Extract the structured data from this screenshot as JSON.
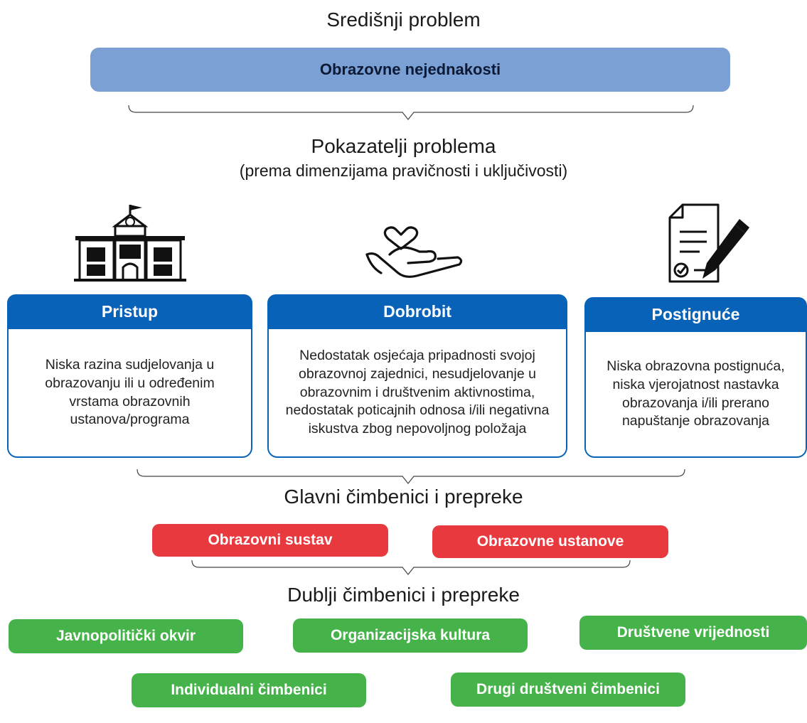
{
  "central": {
    "heading": "Središnji problem",
    "box": "Obrazovne nejednakosti"
  },
  "indicators": {
    "heading": "Pokazatelji problema",
    "subheading": "(prema dimenzijama pravičnosti i uključivosti)",
    "categories": [
      {
        "title": "Pristup",
        "icon": "school-building-icon",
        "text": "Niska razina sudjelovanja u obrazovanju ili u određenim vrstama obrazovnih ustanova/programa"
      },
      {
        "title": "Dobrobit",
        "icon": "heart-in-hand-icon",
        "text": "Nedostatak osjećaja pripadnosti svojoj obrazovnoj zajednici, nesudjelovanje u obrazovnim i društvenim aktivnostima, nedostatak poticajnih odnosa i/ili negativna iskustva zbog nepovoljnog položaja"
      },
      {
        "title": "Postignuće",
        "icon": "document-signing-icon",
        "text": "Niska obrazovna postignuća, niska vjerojatnost nastavka obrazovanja i/ili prerano napuštanje obrazovanja"
      }
    ]
  },
  "main_factors": {
    "heading": "Glavni čimbenici i prepreke",
    "items": [
      "Obrazovni sustav",
      "Obrazovne ustanove"
    ]
  },
  "deeper_factors": {
    "heading": "Dublji čimbenici i prepreke",
    "items": [
      "Javnopolitički okvir",
      "Organizacijska kultura",
      "Društvene vrijednosti",
      "Individualni čimbenici",
      "Drugi društveni čimbenici"
    ]
  },
  "colors": {
    "central_box": "#7ba0d4",
    "category_blue": "#0862b8",
    "main_factor_red": "#e8393f",
    "deeper_factor_green": "#46b34a"
  }
}
